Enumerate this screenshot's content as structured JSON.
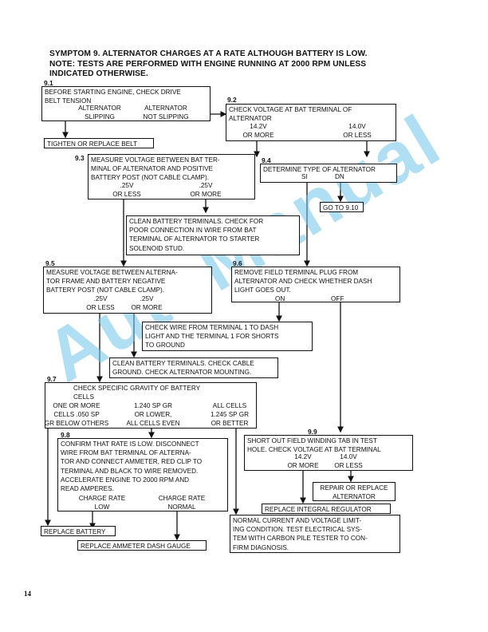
{
  "header": {
    "line1": "SYMPTOM 9. ALTERNATOR CHARGES AT A RATE ALTHOUGH BATTERY IS LOW.",
    "line2": "NOTE: TESTS ARE PERFORMED WITH ENGINE RUNNING AT 2000 RPM UNLESS",
    "line3": "INDICATED OTHERWISE."
  },
  "steps": {
    "s91": {
      "num": "9.1",
      "l1": "BEFORE STARTING ENGINE, CHECK DRIVE",
      "l2": "BELT TENSION",
      "o1a": "ALTERNATOR",
      "o1b": "SLIPPING",
      "o2a": "ALTERNATOR",
      "o2b": "NOT SLIPPING"
    },
    "tighten": "TIGHTEN OR REPLACE BELT",
    "s92": {
      "num": "9.2",
      "l1": "CHECK VOLTAGE AT BAT TERMINAL OF",
      "l2": "ALTERNATOR",
      "o1a": "14.2V",
      "o1b": "OR MORE",
      "o2a": "14.0V",
      "o2b": "OR LESS"
    },
    "s93": {
      "num": "9.3",
      "l1": "MEASURE VOLTAGE BETWEEN BAT TER-",
      "l2": "MINAL OF ALTERNATOR AND POSITIVE",
      "l3": "BATTERY POST (NOT CABLE CLAMP).",
      "o1a": ".25V",
      "o1b": "OR LESS",
      "o2a": ".25V",
      "o2b": "OR MORE"
    },
    "s94": {
      "num": "9.4",
      "l1": "DETERMINE TYPE OF ALTERNATOR",
      "o1": "SI",
      "o2": "DN"
    },
    "goto": "GO TO 9.10",
    "clean1": {
      "l1": "CLEAN BATTERY TERMINALS. CHECK FOR",
      "l2": "POOR CONNECTION IN WIRE FROM BAT",
      "l3": "TERMINAL OF ALTERNATOR TO STARTER",
      "l4": "SOLENOID STUD."
    },
    "s95": {
      "num": "9.5",
      "l1": "MEASURE VOLTAGE BETWEEN ALTERNA-",
      "l2": "TOR FRAME AND BATTERY NEGATIVE",
      "l3": "BATTERY POST (NOT CABLE CLAMP).",
      "o1a": ".25V",
      "o1b": "OR LESS",
      "o2a": ".25V",
      "o2b": "OR MORE"
    },
    "s96": {
      "num": "9.6",
      "l1": "REMOVE FIELD TERMINAL PLUG FROM",
      "l2": "ALTERNATOR AND CHECK WHETHER DASH",
      "l3": "LIGHT GOES OUT.",
      "o1": "ON",
      "o2": "OFF"
    },
    "checkwire": {
      "l1": "CHECK WIRE FROM TERMINAL 1 TO DASH",
      "l2": "LIGHT AND THE TERMINAL 1 FOR SHORTS",
      "l3": "TO GROUND"
    },
    "clean2": {
      "l1": "CLEAN BATTERY TERMINALS. CHECK CABLE",
      "l2": "GROUND. CHECK ALTERNATOR MOUNTING."
    },
    "s97": {
      "num": "9.7",
      "l1": "CHECK SPECIFIC GRAVITY OF BATTERY",
      "l2": "CELLS",
      "o1a": "ONE OR MORE",
      "o1b": "CELLS .050 SP",
      "o1c": "GR BELOW OTHERS",
      "o2a": "1.240 SP GR",
      "o2b": "OR LOWER,",
      "o2c": "ALL CELLS EVEN",
      "o3a": "ALL CELLS",
      "o3b": "1.245 SP GR",
      "o3c": "OR BETTER"
    },
    "s98": {
      "num": "9.8",
      "l1": "CONFIRM THAT RATE IS LOW. DISCONNECT",
      "l2": "WIRE FROM BAT TERMINAL OF ALTERNA-",
      "l3": "TOR AND CONNECT AMMETER, RED CLIP TO",
      "l4": "TERMINAL AND BLACK TO WIRE REMOVED.",
      "l5": "ACCELERATE ENGINE TO 2000 RPM AND",
      "l6": "READ AMPERES.",
      "o1a": "CHARGE RATE",
      "o1b": "LOW",
      "o2a": "CHARGE RATE",
      "o2b": "NORMAL"
    },
    "s99": {
      "num": "9.9",
      "l1": "SHORT OUT FIELD WINDING TAB IN TEST",
      "l2": "HOLE. CHECK VOLTAGE AT BAT TERMINAL",
      "o1a": "14.2V",
      "o1b": "OR MORE",
      "o2a": "14.0V",
      "o2b": "OR LESS"
    },
    "repair_reg": {
      "l1": "REPAIR OR REPLACE",
      "l2": "ALTERNATOR"
    },
    "replace_reg": "REPLACE INTEGRAL REGULATOR",
    "normal": {
      "l1": "NORMAL CURRENT AND VOLTAGE LIMIT-",
      "l2": "ING CONDITION. TEST ELECTRICAL SYS-",
      "l3": "TEM WITH CARBON PILE TESTER TO CON-",
      "l4": "FIRM DIAGNOSIS."
    },
    "replace_batt": "REPLACE BATTERY",
    "replace_gauge": "REPLACE AMMETER DASH GAUGE"
  },
  "watermark": "AutoManual",
  "page_number": "14"
}
